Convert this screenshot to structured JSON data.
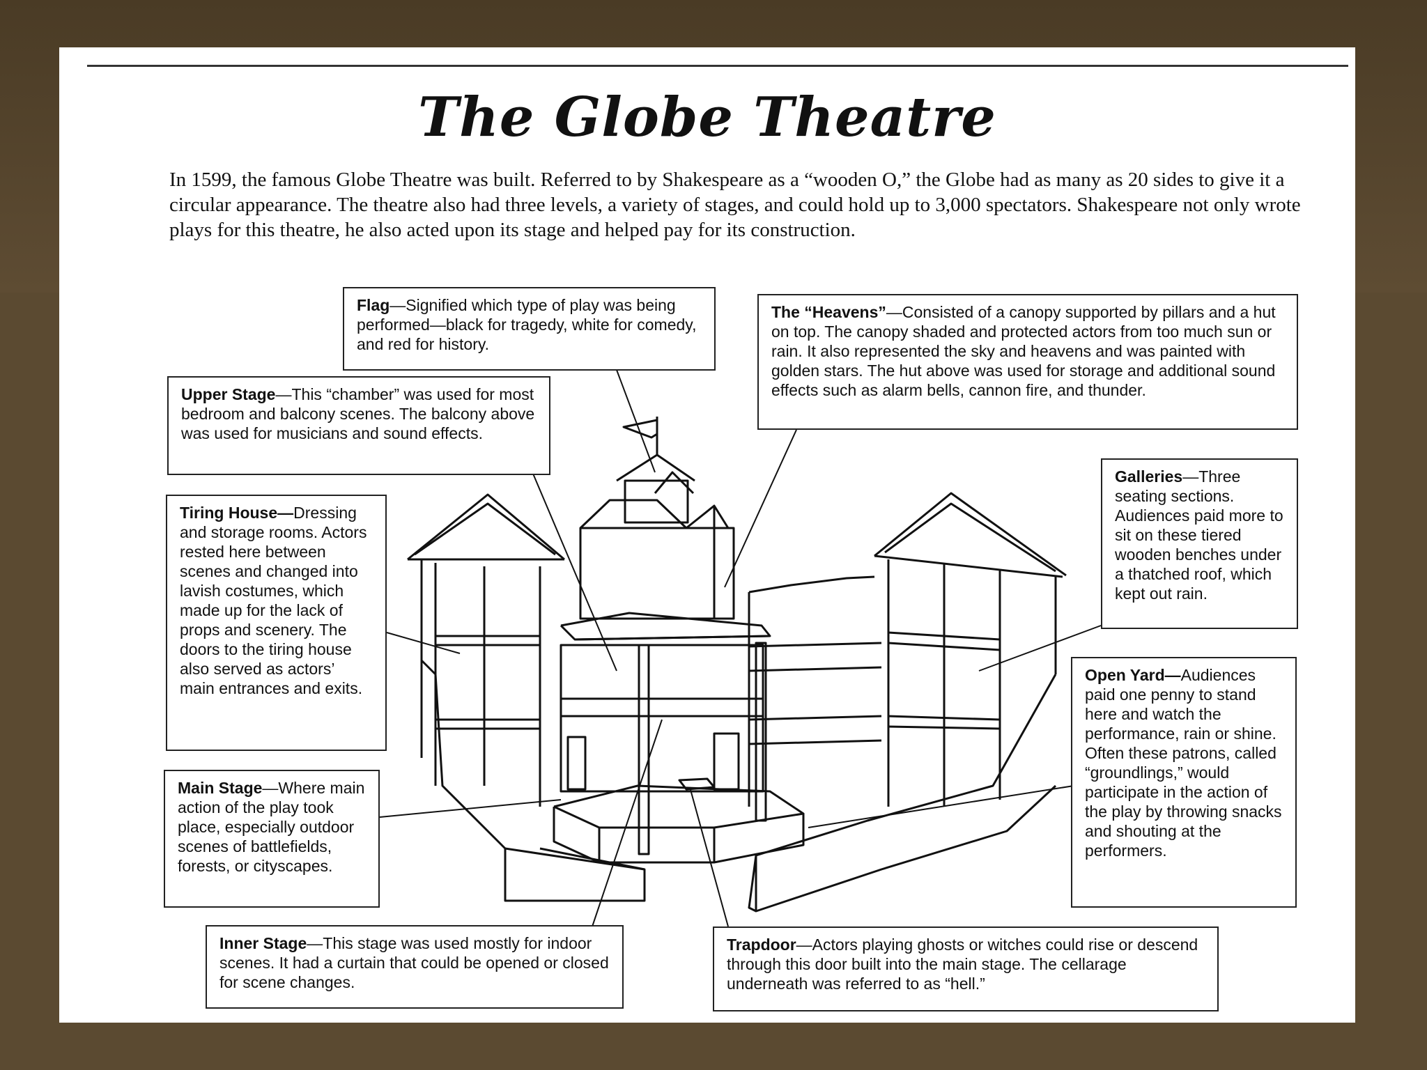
{
  "title": "The Globe Theatre",
  "intro": "In 1599, the famous Globe Theatre was built. Referred to by Shakespeare as a “wooden O,” the Globe had as many as 20 sides to give it a circular appearance. The theatre also had three levels, a variety of stages, and could hold up to 3,000 spectators. Shakespeare not only wrote plays for this theatre, he also acted upon its stage and helped pay for its construction.",
  "labels": {
    "flag": {
      "term": "Flag",
      "text": "—Signified which type of play was being performed—black for tragedy, white for comedy, and red for history."
    },
    "heavens": {
      "term": "The “Heavens”",
      "text": "—Consisted of a canopy supported by pillars and a hut on top. The canopy shaded and protected actors from too much sun or rain. It also represented the sky and heavens and was painted with golden stars. The hut above was used for storage and additional sound effects such as alarm bells, cannon fire, and thunder."
    },
    "upper_stage": {
      "term": "Upper Stage",
      "text": "—This “chamber” was used for most bedroom and balcony scenes. The balcony above was used for musicians and sound effects."
    },
    "tiring_house": {
      "term": "Tiring House—",
      "text": "Dressing and storage rooms. Actors rested here between scenes and changed into lavish costumes, which made up for the lack of props and scenery. The doors to the tiring house also served as actors’ main entrances and exits."
    },
    "galleries": {
      "term": "Galleries",
      "text": "—Three seating sections. Audiences paid more to sit on these tiered wooden benches under a thatched roof, which kept out rain."
    },
    "open_yard": {
      "term": "Open Yard—",
      "text": "Audiences paid one penny to stand here and watch the performance, rain or shine. Often these patrons, called “groundlings,” would participate in the action of the play by throwing snacks and shouting at the performers."
    },
    "main_stage": {
      "term": "Main Stage",
      "text": "—Where main action of the play took place, especially outdoor scenes of battlefields, forests, or cityscapes."
    },
    "inner_stage": {
      "term": "Inner Stage",
      "text": "—This stage was used mostly for indoor scenes. It had a curtain that could be opened or closed for scene changes."
    },
    "trapdoor": {
      "term": "Trapdoor",
      "text": "—Actors playing ghosts or witches could rise or descend through this door built into the main stage. The cellarage underneath was referred to as “hell.”"
    }
  }
}
